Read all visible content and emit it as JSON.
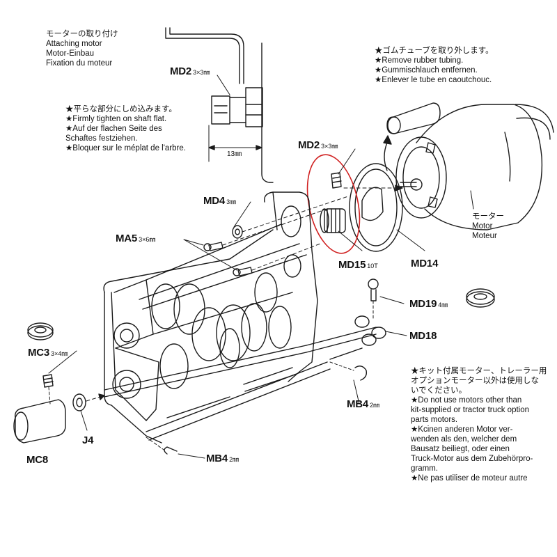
{
  "title": {
    "lines": [
      "モーターの取り付け",
      "Attaching motor",
      "Motor-Einbau",
      "Fixation du moteur"
    ]
  },
  "tighten_note": {
    "lines": [
      "★平らな部分にしめ込みます。",
      "★Firmly tighten on shaft flat.",
      "★Auf der flachen Seite des",
      "Schaftes festziehen.",
      "★Bloquer sur le méplat de l'arbre."
    ]
  },
  "rubber_note": {
    "lines": [
      "★ゴムチューブを取り外します。",
      "★Remove rubber tubing.",
      "★Gummischlauch entfernen.",
      "★Enlever le tube en caoutchouc."
    ]
  },
  "warning_note": {
    "lines": [
      "★キット付属モーター、トレーラー用",
      "オプションモーター以外は使用しな",
      "いでください。",
      "★Do not use motors other than",
      "kit-supplied or tractor truck option",
      "parts motors.",
      "★Kcinen anderen Motor ver-",
      "wenden als den, welcher dem",
      "Bausatz beiliegt, oder einen",
      "Truck-Motor aus dem Zubehörpro-",
      "gramm.",
      "★Ne pas utiliser de moteur autre"
    ]
  },
  "motor_label": {
    "lines": [
      "モーター",
      "Motor",
      "Moteur"
    ]
  },
  "parts": {
    "md2_top": {
      "code": "MD2",
      "size": "3×3㎜"
    },
    "md2_mid": {
      "code": "MD2",
      "size": "3×3㎜"
    },
    "dim_13": "13㎜",
    "md4": {
      "code": "MD4",
      "size": "3㎜"
    },
    "ma5": {
      "code": "MA5",
      "size": "3×6㎜"
    },
    "md15": {
      "code": "MD15",
      "size": "10T"
    },
    "md14": {
      "code": "MD14"
    },
    "md19": {
      "code": "MD19",
      "size": "4㎜"
    },
    "md18": {
      "code": "MD18"
    },
    "mc3": {
      "code": "MC3",
      "size": "3×4㎜"
    },
    "j4": {
      "code": "J4"
    },
    "mc8": {
      "code": "MC8"
    },
    "mb4_right": {
      "code": "MB4",
      "size": "2㎜"
    },
    "mb4_bottom": {
      "code": "MB4",
      "size": "2㎜"
    }
  },
  "colors": {
    "line": "#1a1a1a",
    "highlight": "#d02020",
    "paper": "#ffffff"
  }
}
